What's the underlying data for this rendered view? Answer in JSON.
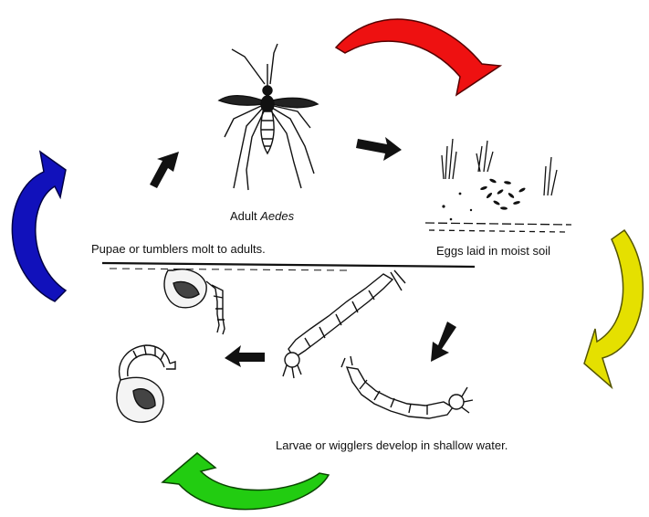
{
  "diagram": {
    "stages": {
      "adult": {
        "prefix": "Adult",
        "genus": "Aedes"
      },
      "eggs": {
        "label": "Eggs laid in moist soil"
      },
      "larvae": {
        "label": "Larvae or wigglers develop in shallow water."
      },
      "pupae": {
        "label": "Pupae or tumblers molt to adults."
      }
    },
    "cycle_arrows": [
      {
        "name": "red",
        "color": "#ee1111"
      },
      {
        "name": "yellow",
        "color": "#e5e000"
      },
      {
        "name": "green",
        "color": "#22cc11"
      },
      {
        "name": "blue",
        "color": "#1111bb"
      }
    ],
    "ink_color": "#111111"
  }
}
